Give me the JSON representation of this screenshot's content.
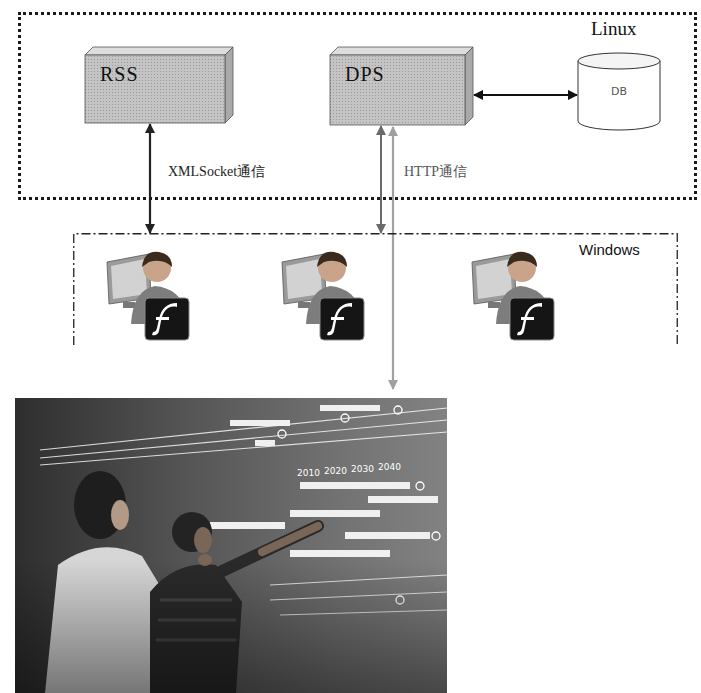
{
  "diagram": {
    "nodes": [
      {
        "text": [
          "Linux"
        ]
      },
      {
        "text": [
          "RSS"
        ],
        "in": 0
      },
      {
        "text": [
          "DPS"
        ],
        "in": 0
      },
      {
        "text": [
          "DB"
        ],
        "in": 0
      },
      {
        "text": [
          "Windows"
        ]
      }
    ],
    "edges": [
      {
        "from": 1,
        "to": 4,
        "arrow": "both",
        "label": "XMLSocket通信"
      },
      {
        "from": 2,
        "to": 4,
        "arrow": "both",
        "label": "HTTP通信"
      },
      {
        "from": 2,
        "to": 3,
        "arrow": "both"
      }
    ],
    "labels": [
      "2010",
      "2020",
      "2030",
      "2040"
    ]
  }
}
